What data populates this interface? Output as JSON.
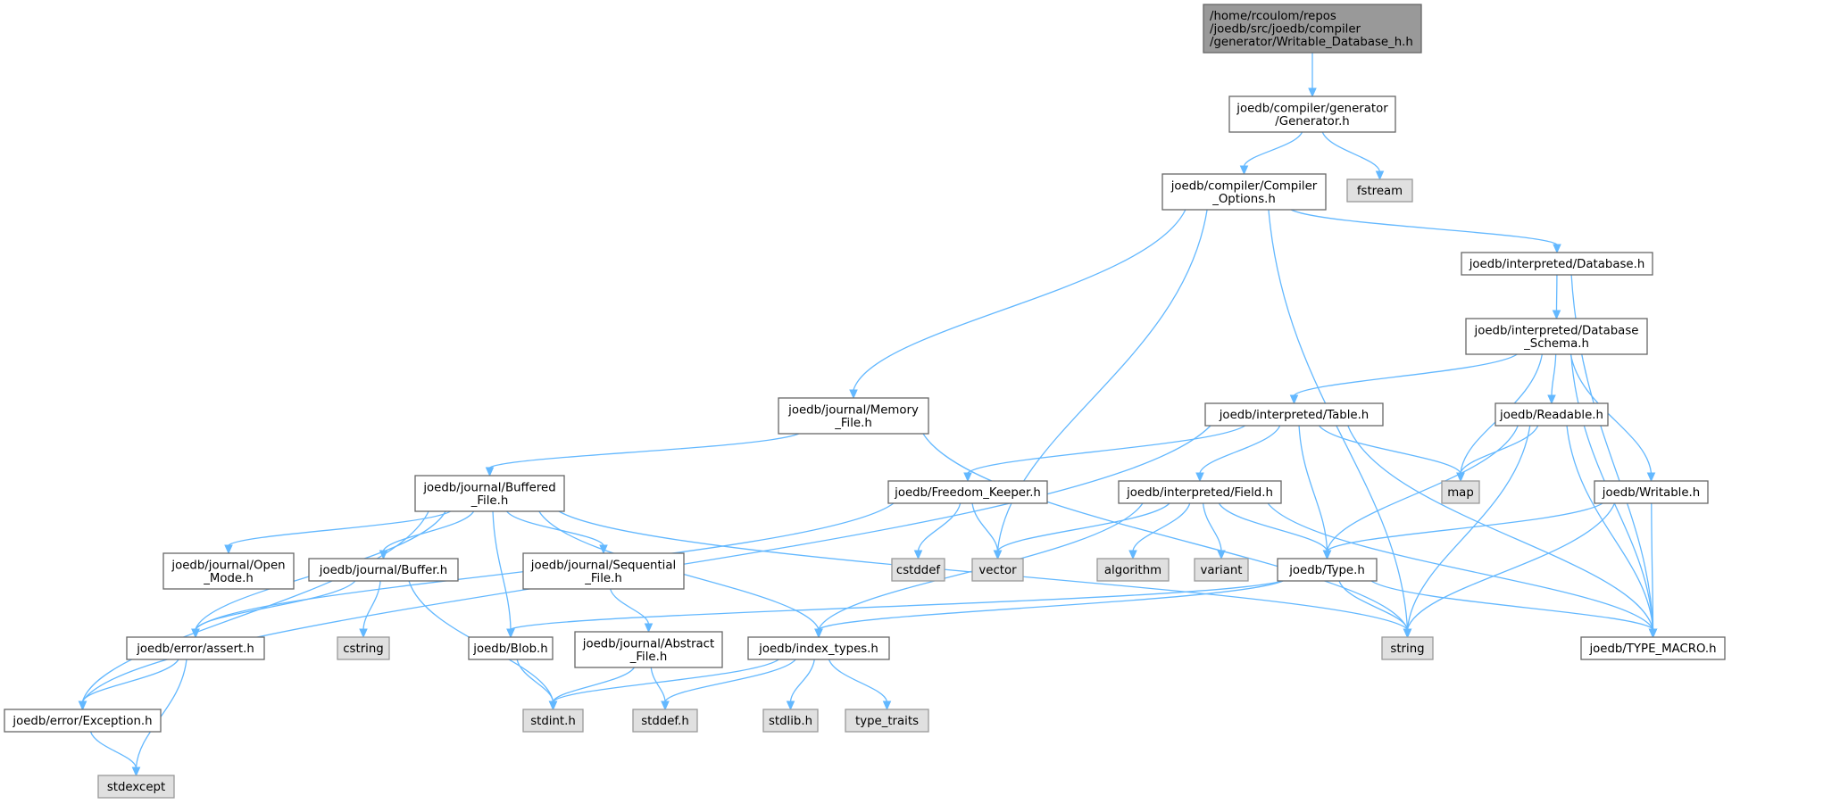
{
  "colors": {
    "root_fill": "#999999",
    "root_stroke": "#666666",
    "node_fill": "#ffffff",
    "node_stroke": "#666666",
    "system_fill": "#e0e0e0",
    "system_stroke": "#999999",
    "edge": "#63b8ff"
  },
  "nodes": [
    {
      "id": "root",
      "kind": "root",
      "lines": [
        "/home/rcoulom/repos",
        "/joedb/src/joedb/compiler",
        "/generator/Writable_Database_h.h"
      ]
    },
    {
      "id": "generator",
      "kind": "node",
      "lines": [
        "joedb/compiler/generator",
        "/Generator.h"
      ]
    },
    {
      "id": "fstream",
      "kind": "system",
      "lines": [
        "fstream"
      ]
    },
    {
      "id": "compiler_options",
      "kind": "node",
      "lines": [
        "joedb/compiler/Compiler",
        "_Options.h"
      ]
    },
    {
      "id": "interp_database",
      "kind": "node",
      "lines": [
        "joedb/interpreted/Database.h"
      ]
    },
    {
      "id": "interp_schema",
      "kind": "node",
      "lines": [
        "joedb/interpreted/Database",
        "_Schema.h"
      ]
    },
    {
      "id": "memory_file",
      "kind": "node",
      "lines": [
        "joedb/journal/Memory",
        "_File.h"
      ]
    },
    {
      "id": "interp_table",
      "kind": "node",
      "lines": [
        "joedb/interpreted/Table.h"
      ]
    },
    {
      "id": "readable",
      "kind": "node",
      "lines": [
        "joedb/Readable.h"
      ]
    },
    {
      "id": "map",
      "kind": "system",
      "lines": [
        "map"
      ]
    },
    {
      "id": "buffered_file",
      "kind": "node",
      "lines": [
        "joedb/journal/Buffered",
        "_File.h"
      ]
    },
    {
      "id": "freedom_keeper",
      "kind": "node",
      "lines": [
        "joedb/Freedom_Keeper.h"
      ]
    },
    {
      "id": "interp_field",
      "kind": "node",
      "lines": [
        "joedb/interpreted/Field.h"
      ]
    },
    {
      "id": "writable",
      "kind": "node",
      "lines": [
        "joedb/Writable.h"
      ]
    },
    {
      "id": "open_mode",
      "kind": "node",
      "lines": [
        "joedb/journal/Open",
        "_Mode.h"
      ]
    },
    {
      "id": "buffer",
      "kind": "node",
      "lines": [
        "joedb/journal/Buffer.h"
      ]
    },
    {
      "id": "sequential_file",
      "kind": "node",
      "lines": [
        "joedb/journal/Sequential",
        "_File.h"
      ]
    },
    {
      "id": "cstddef",
      "kind": "system",
      "lines": [
        "cstddef"
      ]
    },
    {
      "id": "vector",
      "kind": "system",
      "lines": [
        "vector"
      ]
    },
    {
      "id": "algorithm",
      "kind": "system",
      "lines": [
        "algorithm"
      ]
    },
    {
      "id": "variant",
      "kind": "system",
      "lines": [
        "variant"
      ]
    },
    {
      "id": "type_h",
      "kind": "node",
      "lines": [
        "joedb/Type.h"
      ]
    },
    {
      "id": "assert_h",
      "kind": "node",
      "lines": [
        "joedb/error/assert.h"
      ]
    },
    {
      "id": "cstring",
      "kind": "system",
      "lines": [
        "cstring"
      ]
    },
    {
      "id": "blob",
      "kind": "node",
      "lines": [
        "joedb/Blob.h"
      ]
    },
    {
      "id": "abstract_file",
      "kind": "node",
      "lines": [
        "joedb/journal/Abstract",
        "_File.h"
      ]
    },
    {
      "id": "index_types",
      "kind": "node",
      "lines": [
        "joedb/index_types.h"
      ]
    },
    {
      "id": "string",
      "kind": "system",
      "lines": [
        "string"
      ]
    },
    {
      "id": "type_macro",
      "kind": "node",
      "lines": [
        "joedb/TYPE_MACRO.h"
      ]
    },
    {
      "id": "exception",
      "kind": "node",
      "lines": [
        "joedb/error/Exception.h"
      ]
    },
    {
      "id": "stdint",
      "kind": "system",
      "lines": [
        "stdint.h"
      ]
    },
    {
      "id": "stddef",
      "kind": "system",
      "lines": [
        "stddef.h"
      ]
    },
    {
      "id": "stdlib",
      "kind": "system",
      "lines": [
        "stdlib.h"
      ]
    },
    {
      "id": "type_traits",
      "kind": "system",
      "lines": [
        "type_traits"
      ]
    },
    {
      "id": "stdexcept",
      "kind": "system",
      "lines": [
        "stdexcept"
      ]
    }
  ],
  "edges": [
    [
      "root",
      "generator"
    ],
    [
      "generator",
      "compiler_options"
    ],
    [
      "generator",
      "fstream"
    ],
    [
      "compiler_options",
      "memory_file"
    ],
    [
      "compiler_options",
      "vector"
    ],
    [
      "compiler_options",
      "string"
    ],
    [
      "compiler_options",
      "interp_database"
    ],
    [
      "interp_database",
      "interp_schema"
    ],
    [
      "interp_database",
      "type_macro"
    ],
    [
      "interp_schema",
      "interp_table"
    ],
    [
      "interp_schema",
      "map"
    ],
    [
      "interp_schema",
      "readable"
    ],
    [
      "interp_schema",
      "writable"
    ],
    [
      "interp_schema",
      "type_macro"
    ],
    [
      "memory_file",
      "buffered_file"
    ],
    [
      "memory_file",
      "string"
    ],
    [
      "interp_table",
      "exception"
    ],
    [
      "interp_table",
      "freedom_keeper"
    ],
    [
      "interp_table",
      "interp_field"
    ],
    [
      "interp_table",
      "map"
    ],
    [
      "interp_table",
      "type_h"
    ],
    [
      "interp_table",
      "type_macro"
    ],
    [
      "readable",
      "map"
    ],
    [
      "readable",
      "type_h"
    ],
    [
      "readable",
      "string"
    ],
    [
      "readable",
      "type_macro"
    ],
    [
      "writable",
      "type_h"
    ],
    [
      "writable",
      "string"
    ],
    [
      "writable",
      "type_macro"
    ],
    [
      "buffered_file",
      "open_mode"
    ],
    [
      "buffered_file",
      "buffer"
    ],
    [
      "buffered_file",
      "sequential_file"
    ],
    [
      "buffered_file",
      "blob"
    ],
    [
      "buffered_file",
      "index_types"
    ],
    [
      "buffered_file",
      "string"
    ],
    [
      "buffered_file",
      "assert_h"
    ],
    [
      "buffered_file",
      "exception"
    ],
    [
      "freedom_keeper",
      "cstddef"
    ],
    [
      "freedom_keeper",
      "vector"
    ],
    [
      "freedom_keeper",
      "assert_h"
    ],
    [
      "interp_field",
      "vector"
    ],
    [
      "interp_field",
      "algorithm"
    ],
    [
      "interp_field",
      "variant"
    ],
    [
      "interp_field",
      "type_h"
    ],
    [
      "interp_field",
      "index_types"
    ],
    [
      "interp_field",
      "type_macro"
    ],
    [
      "type_h",
      "blob"
    ],
    [
      "type_h",
      "index_types"
    ],
    [
      "type_h",
      "string"
    ],
    [
      "type_h",
      "type_macro"
    ],
    [
      "buffer",
      "assert_h"
    ],
    [
      "buffer",
      "cstring"
    ],
    [
      "buffer",
      "stdint"
    ],
    [
      "sequential_file",
      "abstract_file"
    ],
    [
      "abstract_file",
      "stdint"
    ],
    [
      "abstract_file",
      "stddef"
    ],
    [
      "blob",
      "stdint"
    ],
    [
      "index_types",
      "stdint"
    ],
    [
      "index_types",
      "stddef"
    ],
    [
      "index_types",
      "stdlib"
    ],
    [
      "index_types",
      "type_traits"
    ],
    [
      "assert_h",
      "exception"
    ],
    [
      "assert_h",
      "stdexcept"
    ],
    [
      "exception",
      "stdexcept"
    ]
  ]
}
